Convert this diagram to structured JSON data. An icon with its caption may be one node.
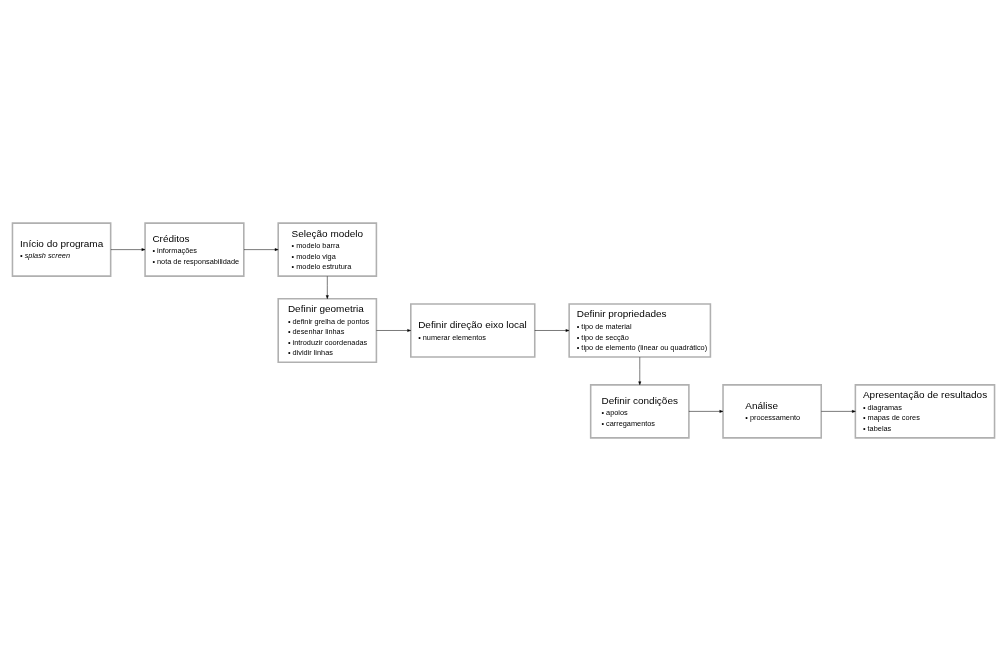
{
  "diagram": {
    "nodes": [
      {
        "text": [
          "Início do programa",
          "• splash screen"
        ]
      },
      {
        "text": [
          "Créditos",
          "• informações",
          "• nota de responsabilidade"
        ]
      },
      {
        "text": [
          "Seleção modelo",
          "• modelo barra",
          "• modelo viga",
          "• modelo estrutura"
        ]
      },
      {
        "text": [
          "Definir geometria",
          "• definir grelha de pontos",
          "• desenhar linhas",
          "• introduzir coordenadas",
          "• dividir linhas"
        ]
      },
      {
        "text": [
          "Definir direção eixo local",
          "• numerar elementos"
        ]
      },
      {
        "text": [
          "Definir propriedades",
          "• tipo de material",
          "• tipo de secção",
          "• tipo de elemento (linear ou quadrático)"
        ]
      },
      {
        "text": [
          "Definir condições",
          "• apoios",
          "• carregamentos"
        ]
      },
      {
        "text": [
          "Análise",
          "• processamento"
        ]
      },
      {
        "text": [
          "Apresentação de resultados",
          "• diagramas",
          "• mapas de cores",
          "• tabelas"
        ]
      }
    ],
    "edges": [
      {
        "from": 0,
        "to": 1,
        "arrow": "to"
      },
      {
        "from": 1,
        "to": 2,
        "arrow": "to"
      },
      {
        "from": 2,
        "to": 3,
        "arrow": "to"
      },
      {
        "from": 3,
        "to": 4,
        "arrow": "to"
      },
      {
        "from": 4,
        "to": 5,
        "arrow": "to"
      },
      {
        "from": 5,
        "to": 6,
        "arrow": "to"
      },
      {
        "from": 6,
        "to": 7,
        "arrow": "to"
      },
      {
        "from": 7,
        "to": 8,
        "arrow": "to"
      }
    ]
  }
}
